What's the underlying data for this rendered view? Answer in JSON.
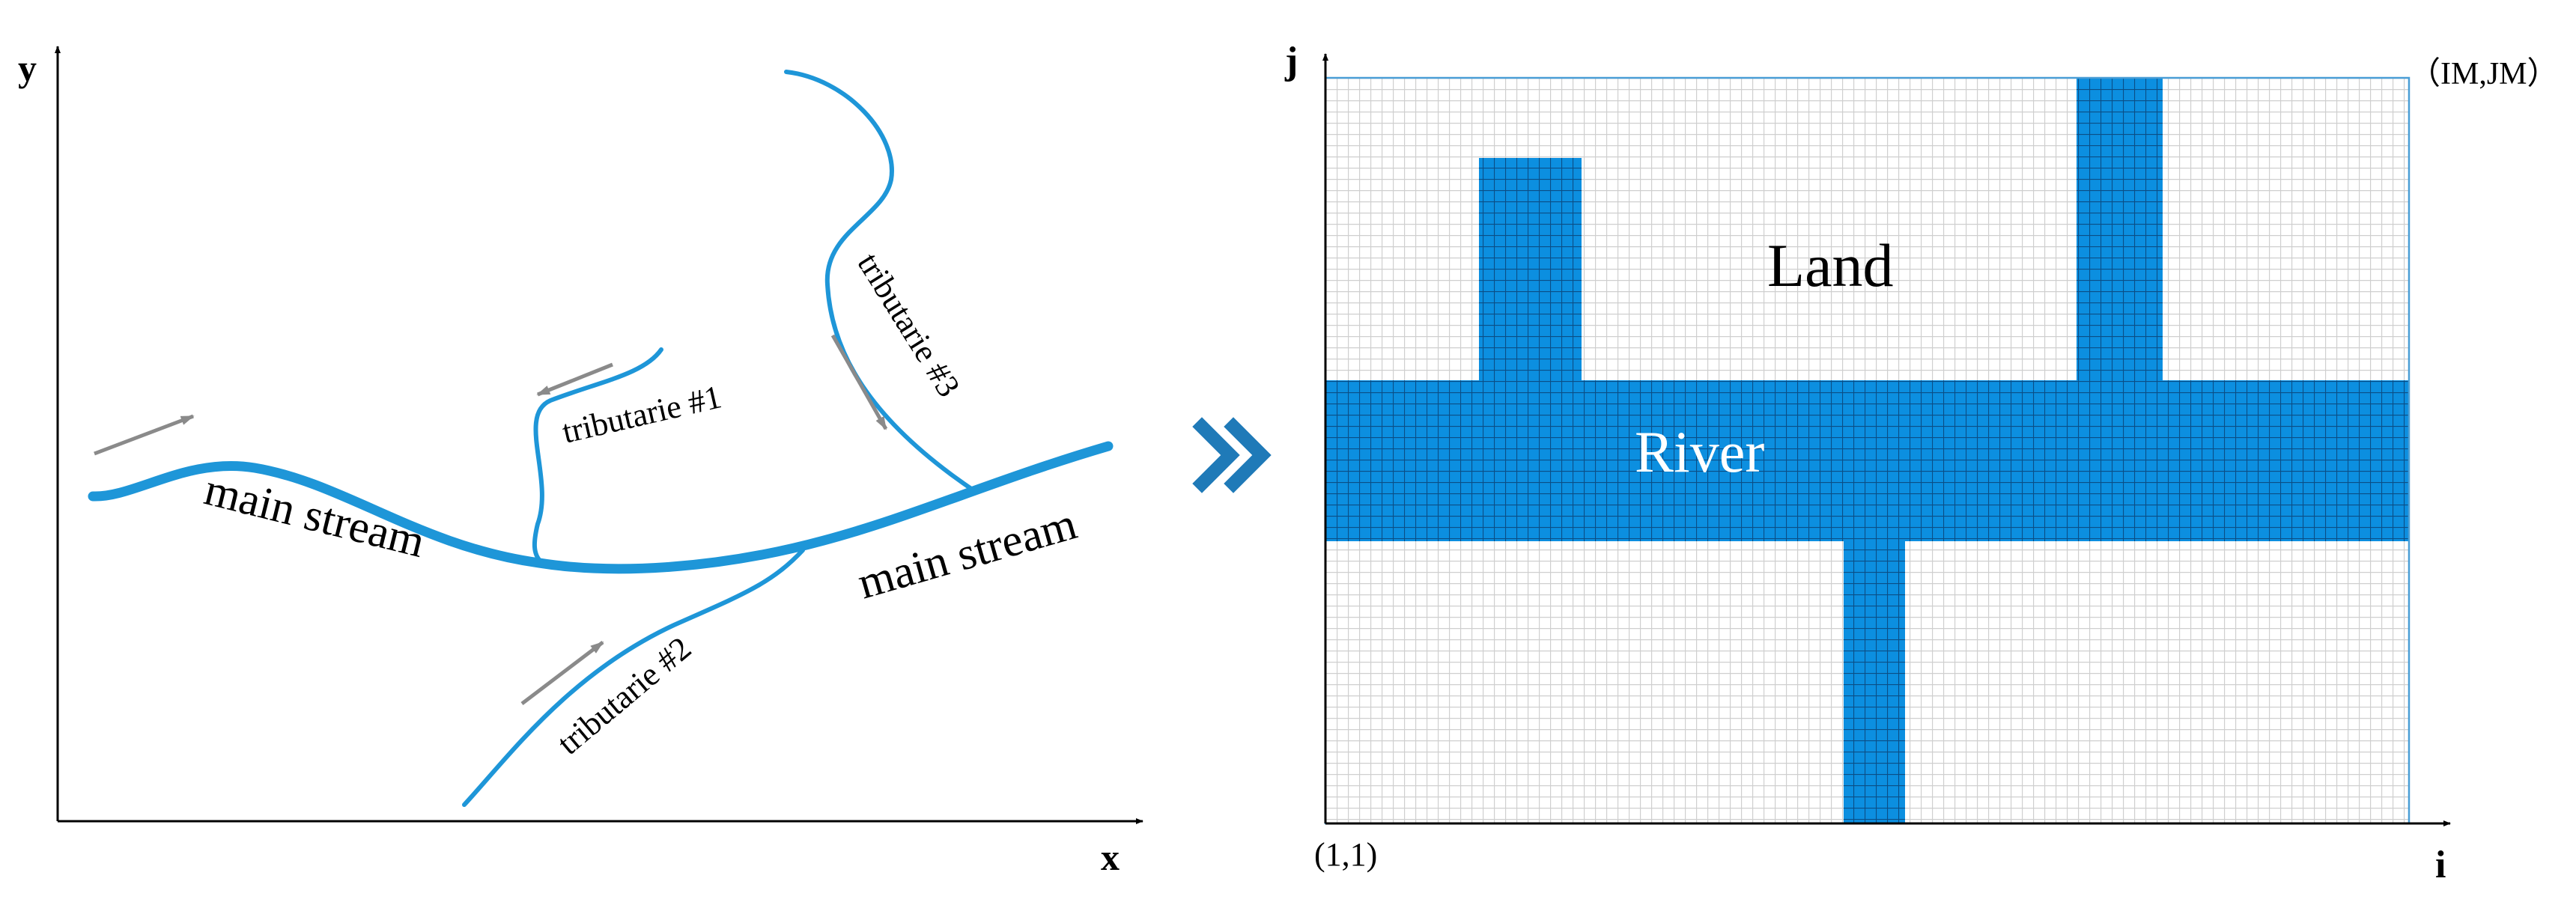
{
  "left_panel": {
    "axis_y_label": "y",
    "axis_x_label": "x",
    "main_stream_left_label": "main stream",
    "main_stream_right_label": "main stream",
    "tributary_1_label": "tributarie #1",
    "tributary_2_label": "tributarie #2",
    "tributary_3_label": "tributarie #3",
    "river_color": "#1e96d8",
    "arrow_color": "#8a8a8a"
  },
  "separator": {
    "icon": "double-chevron-right-icon",
    "color": "#1f7ab8"
  },
  "right_panel": {
    "axis_j_label": "j",
    "axis_i_label": "i",
    "origin_label": "(1,1)",
    "corner_label": "（IM,JM）",
    "land_label": "Land",
    "river_label": "River",
    "river_color": "#0c8fe0",
    "river_grid_color": "#0b4e86",
    "land_grid_color": "#cfcfcf"
  }
}
